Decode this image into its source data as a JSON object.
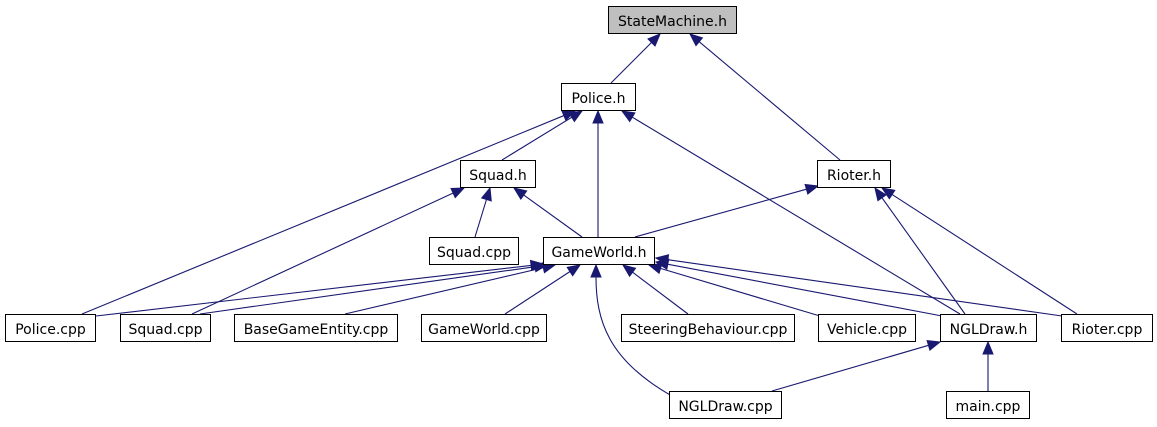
{
  "diagram": {
    "colors": {
      "edge": "#191970",
      "root_fill": "#bfbfbf",
      "node_fill": "#ffffff",
      "border": "#000000"
    },
    "nodes": {
      "statemachine_h": "StateMachine.h",
      "police_h": "Police.h",
      "squad_h": "Squad.h",
      "rioter_h": "Rioter.h",
      "squad_cpp": "Squad.cpp",
      "gameworld_h": "GameWorld.h",
      "police_cpp": "Police.cpp",
      "squad_cpp2": "Squad.cpp",
      "basegameentity_cpp": "BaseGameEntity.cpp",
      "gameworld_cpp": "GameWorld.cpp",
      "steeringbehaviour_cpp": "SteeringBehaviour.cpp",
      "vehicle_cpp": "Vehicle.cpp",
      "ngldraw_h": "NGLDraw.h",
      "rioter_cpp": "Rioter.cpp",
      "ngldraw_cpp": "NGLDraw.cpp",
      "main_cpp": "main.cpp"
    },
    "edges": [
      {
        "from": "police_h",
        "to": "statemachine_h"
      },
      {
        "from": "rioter_h",
        "to": "statemachine_h"
      },
      {
        "from": "squad_h",
        "to": "police_h"
      },
      {
        "from": "gameworld_h",
        "to": "police_h"
      },
      {
        "from": "police_cpp",
        "to": "police_h"
      },
      {
        "from": "ngldraw_h",
        "to": "police_h"
      },
      {
        "from": "squad_cpp",
        "to": "squad_h"
      },
      {
        "from": "gameworld_h",
        "to": "squad_h"
      },
      {
        "from": "squad_cpp2",
        "to": "squad_h"
      },
      {
        "from": "gameworld_h",
        "to": "rioter_h"
      },
      {
        "from": "ngldraw_h",
        "to": "rioter_h"
      },
      {
        "from": "rioter_cpp",
        "to": "rioter_h"
      },
      {
        "from": "police_cpp",
        "to": "gameworld_h"
      },
      {
        "from": "squad_cpp2",
        "to": "gameworld_h"
      },
      {
        "from": "basegameentity_cpp",
        "to": "gameworld_h"
      },
      {
        "from": "gameworld_cpp",
        "to": "gameworld_h"
      },
      {
        "from": "steeringbehaviour_cpp",
        "to": "gameworld_h"
      },
      {
        "from": "vehicle_cpp",
        "to": "gameworld_h"
      },
      {
        "from": "ngldraw_h",
        "to": "gameworld_h"
      },
      {
        "from": "rioter_cpp",
        "to": "gameworld_h"
      },
      {
        "from": "ngldraw_cpp",
        "to": "gameworld_h"
      },
      {
        "from": "ngldraw_cpp",
        "to": "ngldraw_h"
      },
      {
        "from": "main_cpp",
        "to": "ngldraw_h"
      }
    ]
  }
}
